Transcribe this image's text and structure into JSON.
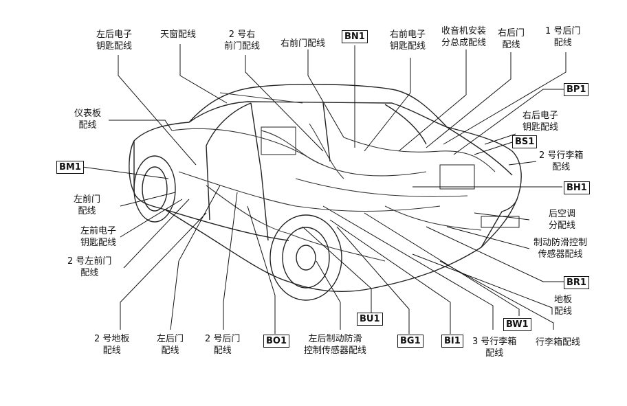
{
  "labels": {
    "rear_left_key": [
      "左后电子",
      "钥匙配线"
    ],
    "sunroof": [
      "天窗配线"
    ],
    "front_right_door_2": [
      "2 号右",
      "前门配线"
    ],
    "front_right_door": [
      "右前门配线"
    ],
    "front_right_key": [
      "右前电子",
      "钥匙配线"
    ],
    "radio": [
      "收音机安装",
      "分总成配线"
    ],
    "rear_right_door": [
      "右后门",
      "配线"
    ],
    "rear_door_1": [
      "1 号后门",
      "配线"
    ],
    "instrument_panel": [
      "仪表板",
      "配线"
    ],
    "rear_right_key": [
      "右后电子",
      "钥匙配线"
    ],
    "luggage_2": [
      "2 号行李箱",
      "配线"
    ],
    "front_left_door": [
      "左前门",
      "配线"
    ],
    "rear_ac": [
      "后空调",
      "分配线"
    ],
    "front_left_key": [
      "左前电子",
      "钥匙配线"
    ],
    "abs_sensor": [
      "制动防滑控制",
      "传感器配线"
    ],
    "front_left_door_2": [
      "2 号左前门",
      "配线"
    ],
    "floor": [
      "地板",
      "配线"
    ],
    "floor_2": [
      "2 号地板",
      "配线"
    ],
    "rear_left_door": [
      "左后门",
      "配线"
    ],
    "rear_door_2": [
      "2 号后门",
      "配线"
    ],
    "rear_left_abs": [
      "左后制动防滑",
      "控制传感器配线"
    ],
    "luggage_3": [
      "3 号行李箱",
      "配线"
    ],
    "luggage": [
      "行李箱配线"
    ]
  },
  "codes": {
    "BN1": "BN1",
    "BP1": "BP1",
    "BS1": "BS1",
    "BM1": "BM1",
    "BH1": "BH1",
    "BR1": "BR1",
    "BU1": "BU1",
    "BW1": "BW1",
    "BO1": "BO1",
    "BG1": "BG1",
    "BI1": "BI1"
  }
}
